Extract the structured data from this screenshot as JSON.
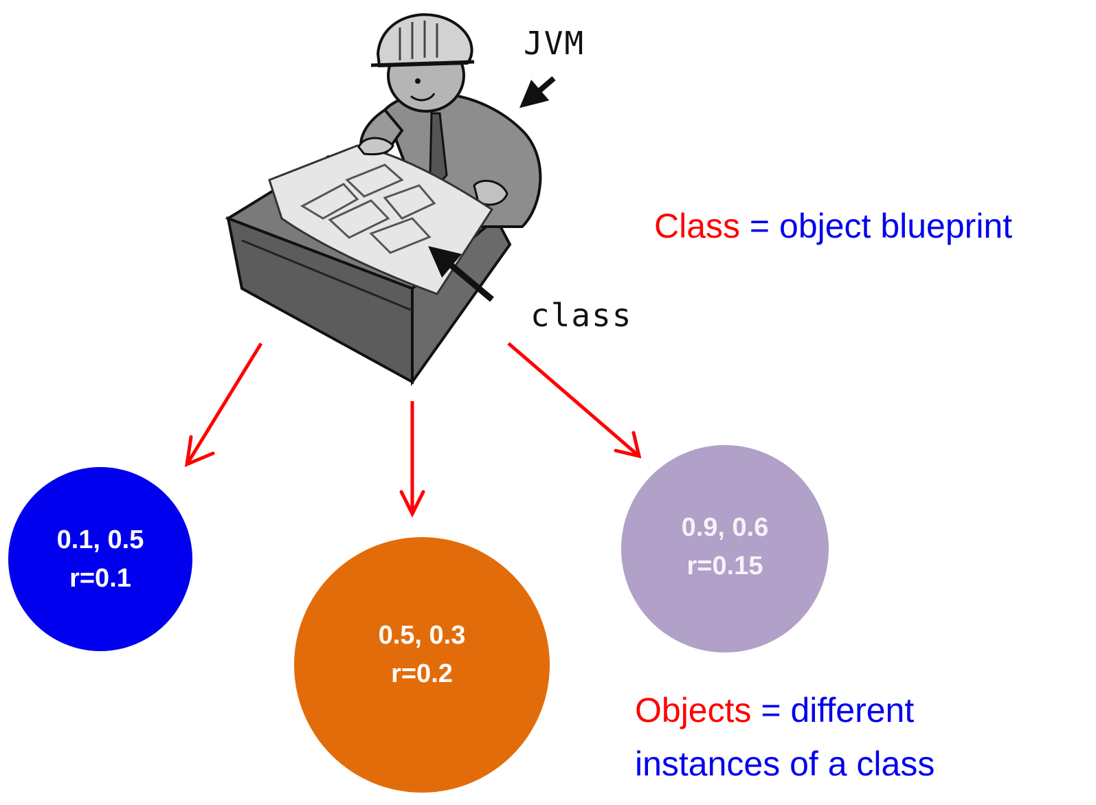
{
  "labels": {
    "jvm": "JVM",
    "class": "class"
  },
  "captions": {
    "class_line": {
      "term": "Class",
      "eq": " = object blueprint"
    },
    "objects_line1": {
      "term": "Objects",
      "eq": " = different"
    },
    "objects_line2": "instances of a class"
  },
  "objects": [
    {
      "coords": "0.1, 0.5",
      "radius": "r=0.1",
      "color": "#0000ee"
    },
    {
      "coords": "0.5, 0.3",
      "radius": "r=0.2",
      "color": "#e36c0a"
    },
    {
      "coords": "0.9, 0.6",
      "radius": "r=0.15",
      "color": "#b1a0c7"
    }
  ],
  "colors": {
    "arrow": "#ff0000",
    "term": "#ff0000",
    "text": "#0000ee"
  }
}
